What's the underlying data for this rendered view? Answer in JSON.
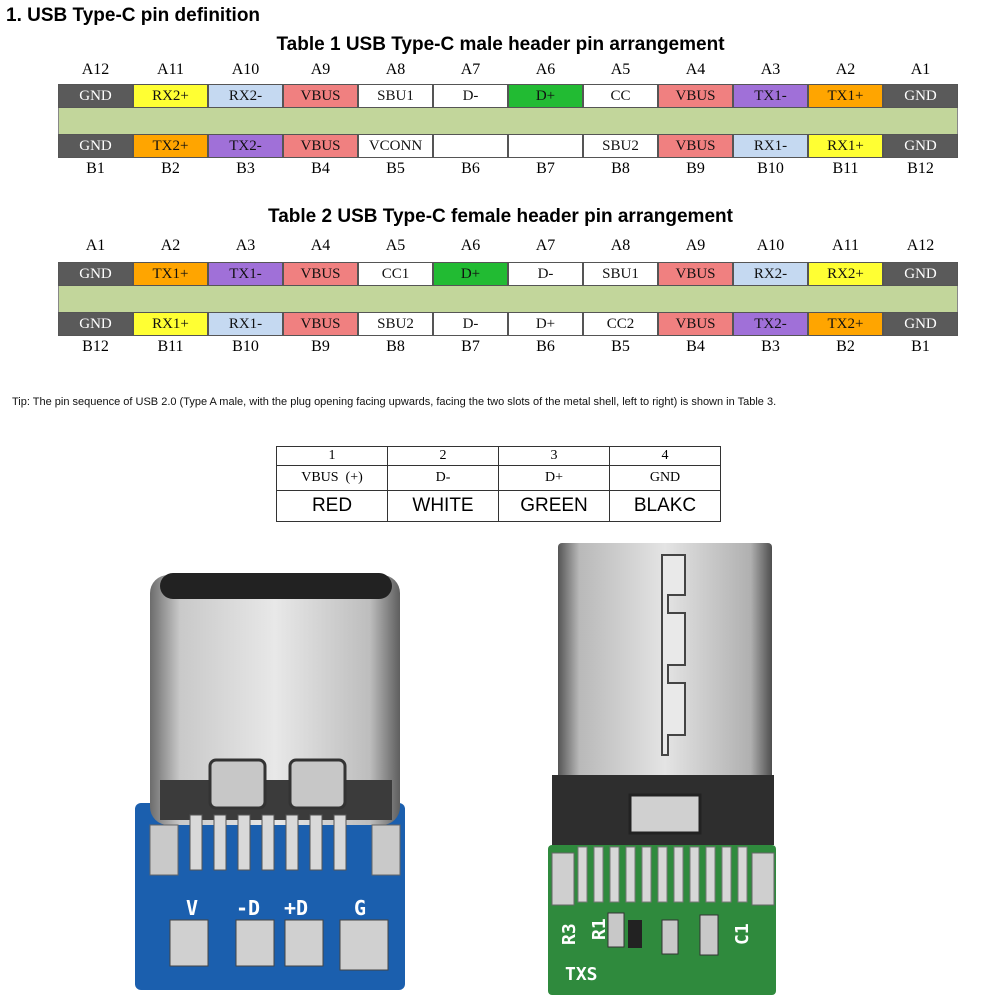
{
  "title": "1. USB Type-C pin definition",
  "palette": {
    "GND": "#5a5a5a",
    "RX2+": "#ffff33",
    "RX2-": "#c5d9f1",
    "VBUS": "#f08080",
    "WHITE": "#ffffff",
    "D+": "#22bb33",
    "CC": "#ffffff",
    "TX1-": "#a070d8",
    "TX1+": "#ffa500",
    "TX2+": "#ffa500",
    "TX2-": "#a070d8",
    "RX1-": "#c5d9f1",
    "RX1+": "#ffff33",
    "bar": "#c2d69b"
  },
  "table1": {
    "title": "Table 1 USB Type-C male header pin arrangement",
    "top_labels": [
      "A12",
      "A11",
      "A10",
      "A9",
      "A8",
      "A7",
      "A6",
      "A5",
      "A4",
      "A3",
      "A2",
      "A1"
    ],
    "top_pins": [
      {
        "label": "GND",
        "color": "#5a5a5a"
      },
      {
        "label": "RX2+",
        "color": "#ffff33"
      },
      {
        "label": "RX2-",
        "color": "#c5d9f1"
      },
      {
        "label": "VBUS",
        "color": "#f08080"
      },
      {
        "label": "SBU1",
        "color": "#ffffff"
      },
      {
        "label": "D-",
        "color": "#ffffff"
      },
      {
        "label": "D+",
        "color": "#22bb33"
      },
      {
        "label": "CC",
        "color": "#ffffff"
      },
      {
        "label": "VBUS",
        "color": "#f08080"
      },
      {
        "label": "TX1-",
        "color": "#a070d8"
      },
      {
        "label": "TX1+",
        "color": "#ffa500"
      },
      {
        "label": "GND",
        "color": "#5a5a5a"
      }
    ],
    "bottom_pins": [
      {
        "label": "GND",
        "color": "#5a5a5a"
      },
      {
        "label": "TX2+",
        "color": "#ffa500"
      },
      {
        "label": "TX2-",
        "color": "#a070d8"
      },
      {
        "label": "VBUS",
        "color": "#f08080"
      },
      {
        "label": "VCONN",
        "color": "#ffffff"
      },
      {
        "label": "",
        "color": "#ffffff"
      },
      {
        "label": "",
        "color": "#ffffff"
      },
      {
        "label": "SBU2",
        "color": "#ffffff"
      },
      {
        "label": "VBUS",
        "color": "#f08080"
      },
      {
        "label": "RX1-",
        "color": "#c5d9f1"
      },
      {
        "label": "RX1+",
        "color": "#ffff33"
      },
      {
        "label": "GND",
        "color": "#5a5a5a"
      }
    ],
    "bottom_labels": [
      "B1",
      "B2",
      "B3",
      "B4",
      "B5",
      "B6",
      "B7",
      "B8",
      "B9",
      "B10",
      "B11",
      "B12"
    ]
  },
  "table2": {
    "title": "Table 2 USB Type-C female header pin arrangement",
    "top_labels": [
      "A1",
      "A2",
      "A3",
      "A4",
      "A5",
      "A6",
      "A7",
      "A8",
      "A9",
      "A10",
      "A11",
      "A12"
    ],
    "top_pins": [
      {
        "label": "GND",
        "color": "#5a5a5a"
      },
      {
        "label": "TX1+",
        "color": "#ffa500"
      },
      {
        "label": "TX1-",
        "color": "#a070d8"
      },
      {
        "label": "VBUS",
        "color": "#f08080"
      },
      {
        "label": "CC1",
        "color": "#ffffff"
      },
      {
        "label": "D+",
        "color": "#22bb33"
      },
      {
        "label": "D-",
        "color": "#ffffff"
      },
      {
        "label": "SBU1",
        "color": "#ffffff"
      },
      {
        "label": "VBUS",
        "color": "#f08080"
      },
      {
        "label": "RX2-",
        "color": "#c5d9f1"
      },
      {
        "label": "RX2+",
        "color": "#ffff33"
      },
      {
        "label": "GND",
        "color": "#5a5a5a"
      }
    ],
    "bottom_pins": [
      {
        "label": "GND",
        "color": "#5a5a5a"
      },
      {
        "label": "RX1+",
        "color": "#ffff33"
      },
      {
        "label": "RX1-",
        "color": "#c5d9f1"
      },
      {
        "label": "VBUS",
        "color": "#f08080"
      },
      {
        "label": "SBU2",
        "color": "#ffffff"
      },
      {
        "label": "D-",
        "color": "#ffffff"
      },
      {
        "label": "D+",
        "color": "#ffffff"
      },
      {
        "label": "CC2",
        "color": "#ffffff"
      },
      {
        "label": "VBUS",
        "color": "#f08080"
      },
      {
        "label": "TX2-",
        "color": "#a070d8"
      },
      {
        "label": "TX2+",
        "color": "#ffa500"
      },
      {
        "label": "GND",
        "color": "#5a5a5a"
      }
    ],
    "bottom_labels": [
      "B12",
      "B11",
      "B10",
      "B9",
      "B8",
      "B7",
      "B6",
      "B5",
      "B4",
      "B3",
      "B2",
      "B1"
    ]
  },
  "tip": "Tip: The pin sequence of USB 2.0 (Type A male, with the plug opening facing upwards, facing the two slots of the metal shell, left to right) is shown in Table 3.",
  "usb2_table": {
    "numbers": [
      "1",
      "2",
      "3",
      "4"
    ],
    "signals": [
      "VBUS  (+)",
      "D-",
      "D+",
      "GND"
    ],
    "colors": [
      "RED",
      "WHITE",
      "GREEN",
      "BLAKC"
    ]
  },
  "boards": {
    "female_board_labels": [
      "V",
      "-D",
      "+D",
      "G"
    ],
    "male_board_labels": [
      "R3",
      "R1",
      "C1",
      "TXS"
    ]
  }
}
